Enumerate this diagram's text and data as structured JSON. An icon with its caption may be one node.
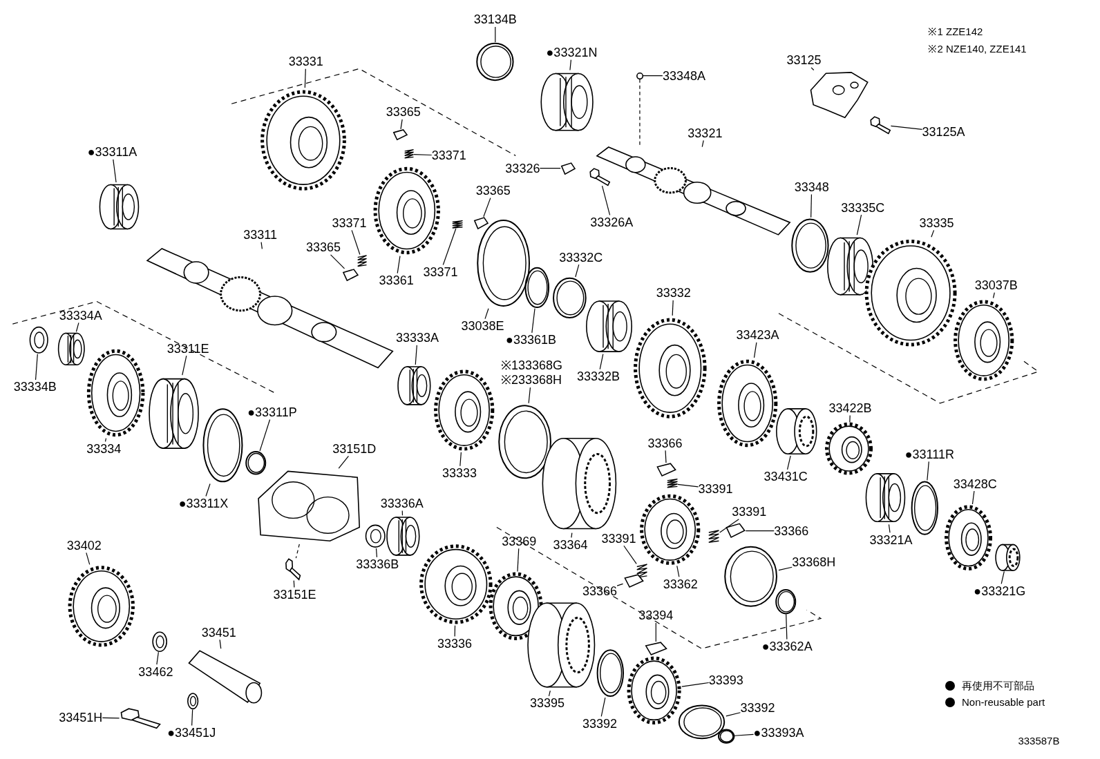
{
  "diagram": {
    "nodes": [
      {
        "text": [
          "33134B"
        ]
      },
      {
        "text": [],
        "shape": "ring"
      },
      {
        "text": [
          "●33321N"
        ]
      },
      {
        "text": [],
        "shape": "bearing"
      },
      {
        "text": [
          "33331"
        ]
      },
      {
        "text": [],
        "shape": "gear"
      },
      {
        "text": [
          "33348A"
        ]
      },
      {
        "text": [],
        "shape": "circle"
      },
      {
        "text": [
          "33125"
        ]
      },
      {
        "text": [],
        "shape": "bracket"
      },
      {
        "text": [
          "33365"
        ]
      },
      {
        "text": [],
        "shape": "key"
      },
      {
        "text": [
          "33371"
        ]
      },
      {
        "text": [],
        "shape": "spring"
      },
      {
        "text": [
          "33321"
        ]
      },
      {
        "text": [],
        "shape": "shaft"
      },
      {
        "text": [
          "33125A"
        ]
      },
      {
        "text": [],
        "shape": "bolt"
      },
      {
        "text": [
          "●33311A"
        ]
      },
      {
        "text": [],
        "shape": "bearing"
      },
      {
        "text": [
          "33326"
        ]
      },
      {
        "text": [],
        "shape": "key"
      },
      {
        "text": [
          "33365"
        ]
      },
      {
        "text": [],
        "shape": "key"
      },
      {
        "text": [
          "33326A"
        ]
      },
      {
        "text": [],
        "shape": "bolt"
      },
      {
        "text": [
          "33371"
        ]
      },
      {
        "text": [],
        "shape": "spring"
      },
      {
        "text": [
          "33365"
        ]
      },
      {
        "text": [],
        "shape": "key"
      },
      {
        "text": [
          "33311"
        ]
      },
      {
        "text": [],
        "shape": "shaft"
      },
      {
        "text": [
          "33361"
        ]
      },
      {
        "text": [],
        "shape": "gear"
      },
      {
        "text": [
          "33371"
        ]
      },
      {
        "text": [],
        "shape": "spring"
      },
      {
        "text": [
          "33348"
        ]
      },
      {
        "text": [],
        "shape": "ring"
      },
      {
        "text": [
          "33335C"
        ]
      },
      {
        "text": [],
        "shape": "bearing"
      },
      {
        "text": [
          "33335"
        ]
      },
      {
        "text": [],
        "shape": "gear"
      },
      {
        "text": [
          "33332C"
        ]
      },
      {
        "text": [],
        "shape": "ring"
      },
      {
        "text": [
          "33038E"
        ]
      },
      {
        "text": [],
        "shape": "ring"
      },
      {
        "text": [
          "●33361B"
        ]
      },
      {
        "text": [],
        "shape": "ring"
      },
      {
        "text": [
          "33037B"
        ]
      },
      {
        "text": [],
        "shape": "gear"
      },
      {
        "text": [
          "33332"
        ]
      },
      {
        "text": [],
        "shape": "gear"
      },
      {
        "text": [
          "33334A"
        ]
      },
      {
        "text": [],
        "shape": "bearing"
      },
      {
        "text": [
          "33334B"
        ]
      },
      {
        "text": [],
        "shape": "washer"
      },
      {
        "text": [
          "33311E"
        ]
      },
      {
        "text": [],
        "shape": "bearing"
      },
      {
        "text": [
          "33333A"
        ]
      },
      {
        "text": [],
        "shape": "bearing"
      },
      {
        "text": [
          "33423A"
        ]
      },
      {
        "text": [],
        "shape": "gear"
      },
      {
        "text": [
          "33332B"
        ]
      },
      {
        "text": [],
        "shape": "bearing"
      },
      {
        "text": [
          "※133368G",
          "※233368H"
        ]
      },
      {
        "text": [],
        "shape": "ring"
      },
      {
        "text": [
          "●33311P"
        ]
      },
      {
        "text": [],
        "shape": "ring"
      },
      {
        "text": [
          "33151D"
        ]
      },
      {
        "text": [],
        "shape": "plate"
      },
      {
        "text": [
          "33334"
        ]
      },
      {
        "text": [],
        "shape": "gear"
      },
      {
        "text": [
          "33333"
        ]
      },
      {
        "text": [],
        "shape": "gear"
      },
      {
        "text": [
          "33422B"
        ]
      },
      {
        "text": [],
        "shape": "gear"
      },
      {
        "text": [
          "33431C"
        ]
      },
      {
        "text": [],
        "shape": "sleeve"
      },
      {
        "text": [
          "●33111R"
        ]
      },
      {
        "text": [],
        "shape": "ring"
      },
      {
        "text": [
          "33366"
        ]
      },
      {
        "text": [],
        "shape": "key"
      },
      {
        "text": [
          "33391"
        ]
      },
      {
        "text": [],
        "shape": "spring"
      },
      {
        "text": [
          "●33311X"
        ]
      },
      {
        "text": [],
        "shape": "ring"
      },
      {
        "text": [
          "33336A"
        ]
      },
      {
        "text": [],
        "shape": "bearing"
      },
      {
        "text": [
          "33391"
        ]
      },
      {
        "text": [],
        "shape": "spring"
      },
      {
        "text": [
          "33366"
        ]
      },
      {
        "text": [],
        "shape": "key"
      },
      {
        "text": [
          "33364"
        ]
      },
      {
        "text": [],
        "shape": "sleeve"
      },
      {
        "text": [
          "33391"
        ]
      },
      {
        "text": [],
        "shape": "spring"
      },
      {
        "text": [
          "33428C"
        ]
      },
      {
        "text": [],
        "shape": "gear"
      },
      {
        "text": [
          "33402"
        ]
      },
      {
        "text": [],
        "shape": "gear"
      },
      {
        "text": [
          "33321A"
        ]
      },
      {
        "text": [],
        "shape": "bearing"
      },
      {
        "text": [
          "33369"
        ]
      },
      {
        "text": [],
        "shape": "gear"
      },
      {
        "text": [
          "33368H"
        ]
      },
      {
        "text": [],
        "shape": "ring"
      },
      {
        "text": [
          "33336B"
        ]
      },
      {
        "text": [],
        "shape": "washer"
      },
      {
        "text": [
          "33151E"
        ]
      },
      {
        "text": [],
        "shape": "bolt"
      },
      {
        "text": [
          "33366"
        ]
      },
      {
        "text": [],
        "shape": "key"
      },
      {
        "text": [
          "33362"
        ]
      },
      {
        "text": [],
        "shape": "gear"
      },
      {
        "text": [
          "●33321G"
        ]
      },
      {
        "text": [],
        "shape": "sleeve"
      },
      {
        "text": [
          "33336"
        ]
      },
      {
        "text": [],
        "shape": "gear"
      },
      {
        "text": [
          "33394"
        ]
      },
      {
        "text": [],
        "shape": "key"
      },
      {
        "text": [
          "33451"
        ]
      },
      {
        "text": [],
        "shape": "pin"
      },
      {
        "text": [
          "33462"
        ]
      },
      {
        "text": [],
        "shape": "washer"
      },
      {
        "text": [
          "●33362A"
        ]
      },
      {
        "text": [],
        "shape": "ring"
      },
      {
        "text": [
          "33393"
        ]
      },
      {
        "text": [],
        "shape": "gear"
      },
      {
        "text": [
          "33395"
        ]
      },
      {
        "text": [],
        "shape": "sleeve"
      },
      {
        "text": [
          "33392"
        ]
      },
      {
        "text": [],
        "shape": "ring"
      },
      {
        "text": [
          "33392"
        ]
      },
      {
        "text": [],
        "shape": "ring"
      },
      {
        "text": [
          "33451H"
        ]
      },
      {
        "text": [],
        "shape": "bolt"
      },
      {
        "text": [
          "●33451J"
        ]
      },
      {
        "text": [],
        "shape": "washer"
      },
      {
        "text": [
          "●33393A"
        ]
      },
      {
        "text": [],
        "shape": "ring"
      }
    ],
    "edges": [
      {
        "from": 0,
        "to": 1,
        "arrow": "none"
      },
      {
        "from": 2,
        "to": 3,
        "arrow": "none"
      },
      {
        "from": 4,
        "to": 5,
        "arrow": "none"
      },
      {
        "from": 6,
        "to": 7,
        "arrow": "none"
      },
      {
        "from": 8,
        "to": 9,
        "arrow": "none"
      },
      {
        "from": 10,
        "to": 11,
        "arrow": "none"
      },
      {
        "from": 12,
        "to": 13,
        "arrow": "none"
      },
      {
        "from": 14,
        "to": 15,
        "arrow": "none"
      },
      {
        "from": 16,
        "to": 17,
        "arrow": "none"
      },
      {
        "from": 18,
        "to": 19,
        "arrow": "none"
      },
      {
        "from": 20,
        "to": 21,
        "arrow": "none"
      },
      {
        "from": 22,
        "to": 23,
        "arrow": "none"
      },
      {
        "from": 24,
        "to": 25,
        "arrow": "none"
      },
      {
        "from": 26,
        "to": 27,
        "arrow": "none"
      },
      {
        "from": 28,
        "to": 29,
        "arrow": "none"
      },
      {
        "from": 30,
        "to": 31,
        "arrow": "none"
      },
      {
        "from": 32,
        "to": 33,
        "arrow": "none"
      },
      {
        "from": 34,
        "to": 35,
        "arrow": "none"
      },
      {
        "from": 36,
        "to": 37,
        "arrow": "none"
      },
      {
        "from": 38,
        "to": 39,
        "arrow": "none"
      },
      {
        "from": 40,
        "to": 41,
        "arrow": "none"
      },
      {
        "from": 42,
        "to": 43,
        "arrow": "none"
      },
      {
        "from": 44,
        "to": 45,
        "arrow": "none"
      },
      {
        "from": 46,
        "to": 47,
        "arrow": "none"
      },
      {
        "from": 48,
        "to": 49,
        "arrow": "none"
      },
      {
        "from": 50,
        "to": 51,
        "arrow": "none"
      },
      {
        "from": 52,
        "to": 53,
        "arrow": "none"
      },
      {
        "from": 54,
        "to": 55,
        "arrow": "none"
      },
      {
        "from": 56,
        "to": 57,
        "arrow": "none"
      },
      {
        "from": 58,
        "to": 59,
        "arrow": "none"
      },
      {
        "from": 60,
        "to": 61,
        "arrow": "none"
      },
      {
        "from": 62,
        "to": 63,
        "arrow": "none"
      },
      {
        "from": 64,
        "to": 65,
        "arrow": "none"
      },
      {
        "from": 66,
        "to": 67,
        "arrow": "none"
      },
      {
        "from": 68,
        "to": 69,
        "arrow": "none"
      },
      {
        "from": 70,
        "to": 71,
        "arrow": "none"
      },
      {
        "from": 72,
        "to": 73,
        "arrow": "none"
      },
      {
        "from": 74,
        "to": 75,
        "arrow": "none"
      },
      {
        "from": 76,
        "to": 77,
        "arrow": "none"
      },
      {
        "from": 78,
        "to": 79,
        "arrow": "none"
      },
      {
        "from": 80,
        "to": 81,
        "arrow": "none"
      },
      {
        "from": 82,
        "to": 83,
        "arrow": "none"
      },
      {
        "from": 84,
        "to": 85,
        "arrow": "none"
      },
      {
        "from": 86,
        "to": 87,
        "arrow": "none"
      },
      {
        "from": 88,
        "to": 89,
        "arrow": "none"
      },
      {
        "from": 90,
        "to": 91,
        "arrow": "none"
      },
      {
        "from": 92,
        "to": 93,
        "arrow": "none"
      },
      {
        "from": 94,
        "to": 95,
        "arrow": "none"
      },
      {
        "from": 96,
        "to": 97,
        "arrow": "none"
      },
      {
        "from": 98,
        "to": 99,
        "arrow": "none"
      },
      {
        "from": 100,
        "to": 101,
        "arrow": "none"
      },
      {
        "from": 102,
        "to": 103,
        "arrow": "none"
      },
      {
        "from": 104,
        "to": 105,
        "arrow": "none"
      },
      {
        "from": 106,
        "to": 107,
        "arrow": "none"
      },
      {
        "from": 108,
        "to": 109,
        "arrow": "none"
      },
      {
        "from": 110,
        "to": 111,
        "arrow": "none"
      },
      {
        "from": 112,
        "to": 113,
        "arrow": "none"
      },
      {
        "from": 114,
        "to": 115,
        "arrow": "none"
      },
      {
        "from": 116,
        "to": 117,
        "arrow": "none"
      },
      {
        "from": 118,
        "to": 119,
        "arrow": "none"
      },
      {
        "from": 120,
        "to": 121,
        "arrow": "none"
      },
      {
        "from": 122,
        "to": 123,
        "arrow": "none"
      },
      {
        "from": 124,
        "to": 125,
        "arrow": "none"
      },
      {
        "from": 126,
        "to": 127,
        "arrow": "none"
      },
      {
        "from": 128,
        "to": 129,
        "arrow": "none"
      },
      {
        "from": 130,
        "to": 131,
        "arrow": "none"
      },
      {
        "from": 132,
        "to": 133,
        "arrow": "none"
      },
      {
        "from": 134,
        "to": 135,
        "arrow": "none"
      },
      {
        "from": 136,
        "to": 137,
        "arrow": "none"
      },
      {
        "from": 138,
        "to": 139,
        "arrow": "none"
      },
      {
        "from": 7,
        "to": 15,
        "arrow": "none",
        "style": "dashed"
      },
      {
        "from": 69,
        "to": 109,
        "arrow": "none",
        "style": "dashed"
      }
    ],
    "labels": [
      "※1 ZZE142",
      "※2 NZE140, ZZE141",
      "333587B"
    ],
    "legend": [
      {
        "text": "再使用不可部品"
      },
      {
        "text": "Non-reusable part"
      }
    ]
  }
}
